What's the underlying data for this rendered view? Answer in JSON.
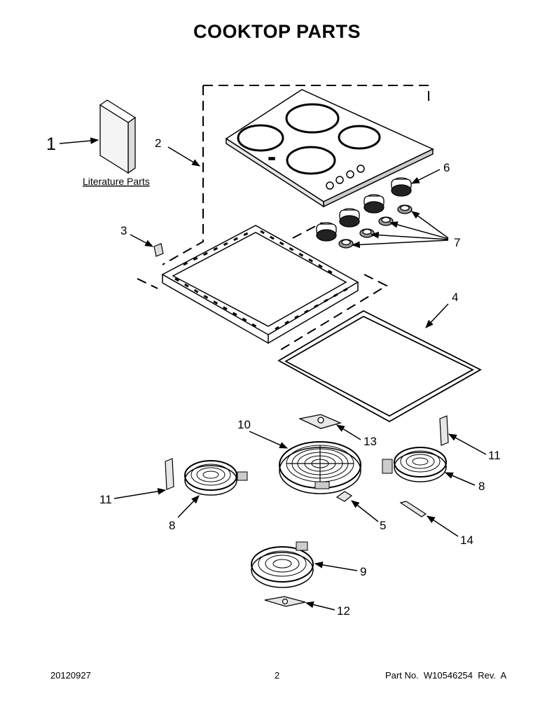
{
  "title": "COOKTOP PARTS",
  "literature_label": "Literature Parts",
  "callouts": {
    "c1": "1",
    "c2": "2",
    "c3": "3",
    "c4": "4",
    "c5": "5",
    "c6": "6",
    "c7": "7",
    "c8a": "8",
    "c8b": "8",
    "c9": "9",
    "c10": "10",
    "c11a": "11",
    "c11b": "11",
    "c12": "12",
    "c13": "13",
    "c14": "14"
  },
  "footer": {
    "date": "20120927",
    "page": "2",
    "part": "Part No.  W10546254  Rev.  A"
  }
}
